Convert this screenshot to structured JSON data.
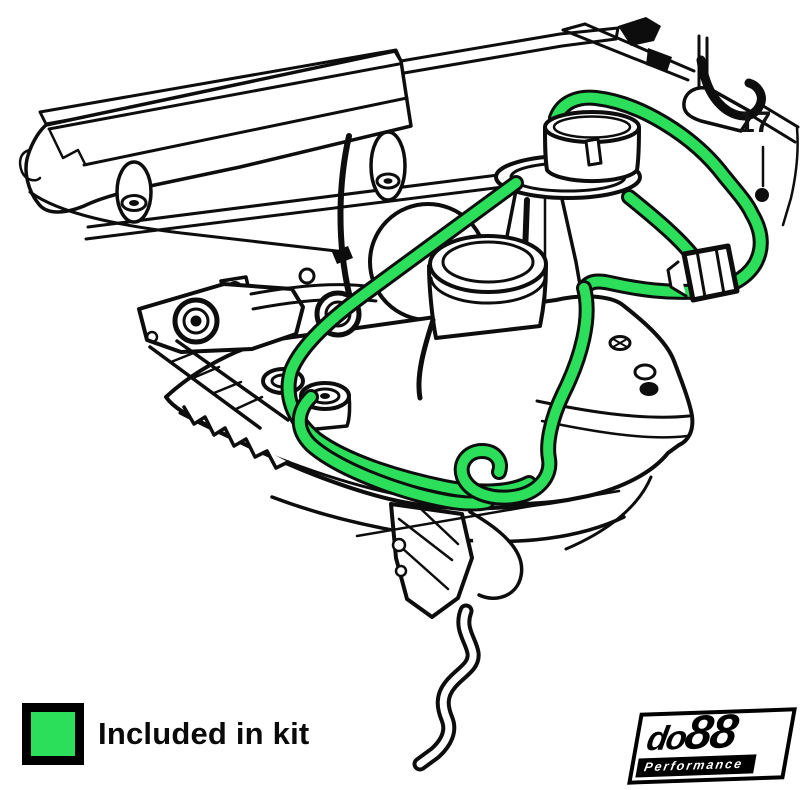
{
  "figure": {
    "background_color": "#ffffff",
    "line_color": "#0d0d0d",
    "highlight_color": "#2bdf5a",
    "callout": {
      "number": "17"
    }
  },
  "legend": {
    "label": "Included in kit",
    "swatch_color": "#2bdf5a"
  },
  "brand": {
    "name": "do88",
    "name_small": "do",
    "name_large": "88",
    "tagline": "Performance"
  }
}
